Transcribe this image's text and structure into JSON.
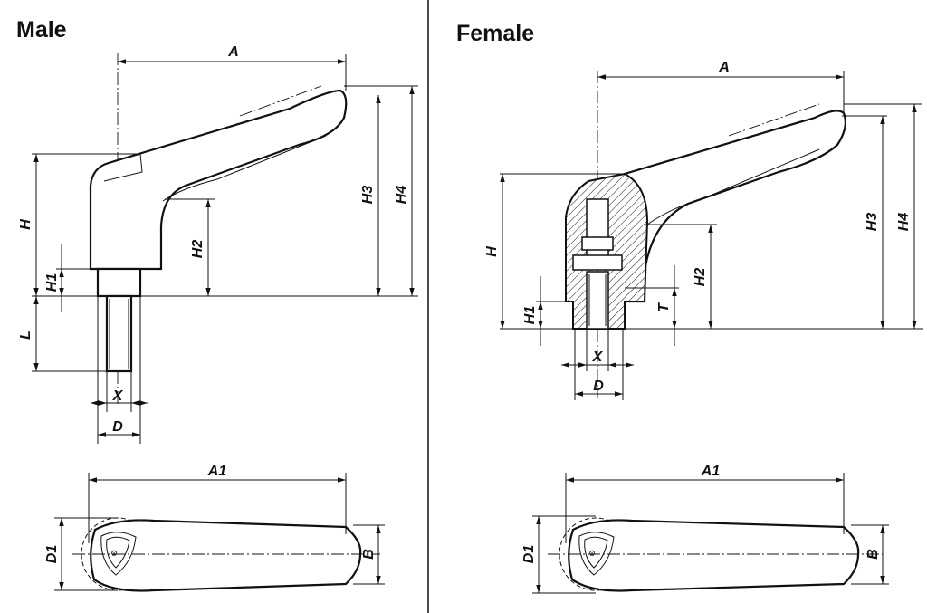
{
  "male": {
    "title": "Male",
    "labels": {
      "A": "A",
      "H": "H",
      "H1": "H1",
      "L": "L",
      "X": "X",
      "D": "D",
      "H2": "H2",
      "H3": "H3",
      "H4": "H4",
      "A1": "A1",
      "D1": "D1",
      "B": "B"
    }
  },
  "female": {
    "title": "Female",
    "labels": {
      "A": "A",
      "H": "H",
      "H1": "H1",
      "X": "X",
      "D": "D",
      "T": "T",
      "H2": "H2",
      "H3": "H3",
      "H4": "H4",
      "A1": "A1",
      "D1": "D1",
      "B": "B"
    }
  }
}
